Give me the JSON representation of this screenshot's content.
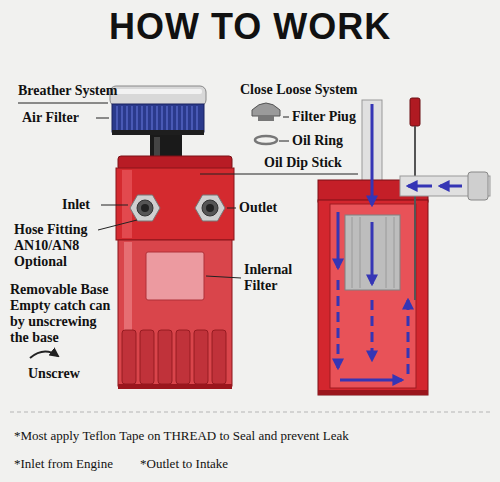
{
  "diagram": {
    "title": "HOW TO WORK",
    "labels": [
      "Breather System",
      "Air Filter",
      "Close Loose System",
      "Filter Piug",
      "Oil Ring",
      "Oil Dip Stick",
      "Inlet",
      "Outlet",
      "Hose Fitting AN10/AN8 Optional",
      "Removable Base Empty catch can by unscrewing the base",
      "Unscrew",
      "Inlernal Filter",
      "*Most apply Teflon Tape on THREAD to Seal and prevent Leak",
      "*Inlet from Engine",
      "*Outlet to Intake"
    ]
  }
}
